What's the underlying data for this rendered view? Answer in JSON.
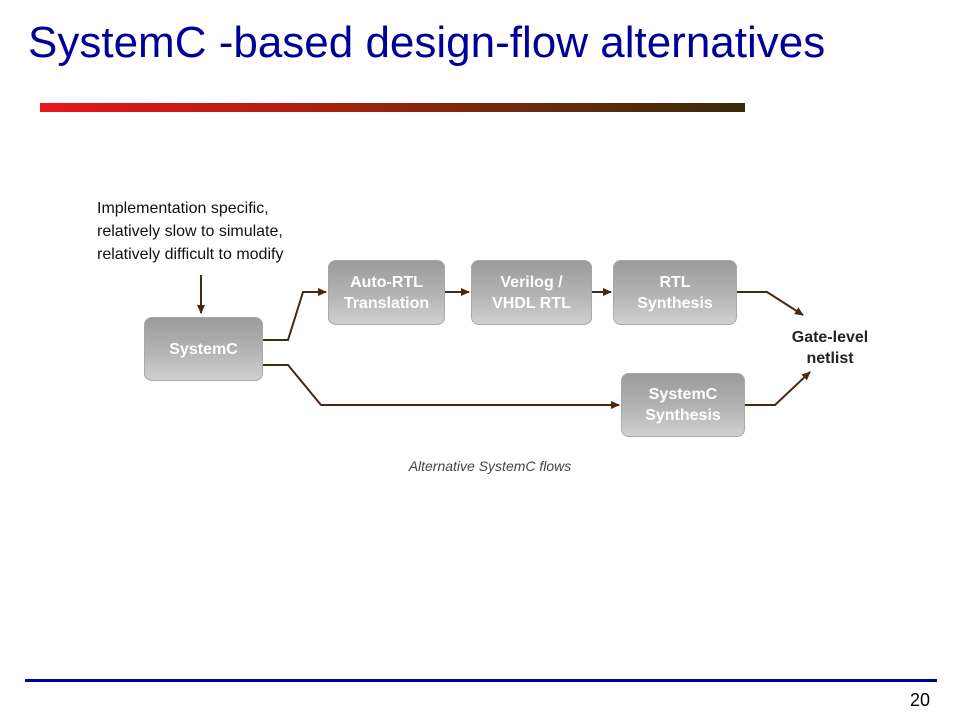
{
  "title": "SystemC -based design-flow alternatives",
  "note": {
    "lines": [
      "Implementation specific,",
      "relatively slow to simulate,",
      "relatively difficult to modify"
    ]
  },
  "nodes": {
    "systemc": "SystemC",
    "auto_rtl": "Auto-RTL\nTranslation",
    "verilog": "Verilog /\nVHDL RTL",
    "rtl_synthesis": "RTL\nSynthesis",
    "systemc_synthesis": "SystemC\nSynthesis",
    "gate_level": "Gate-level\nnetlist"
  },
  "caption": "Alternative SystemC flows",
  "page_number": "20",
  "colors": {
    "title": "#000099",
    "connector": "#4a2810",
    "footer_rule": "#000099"
  }
}
